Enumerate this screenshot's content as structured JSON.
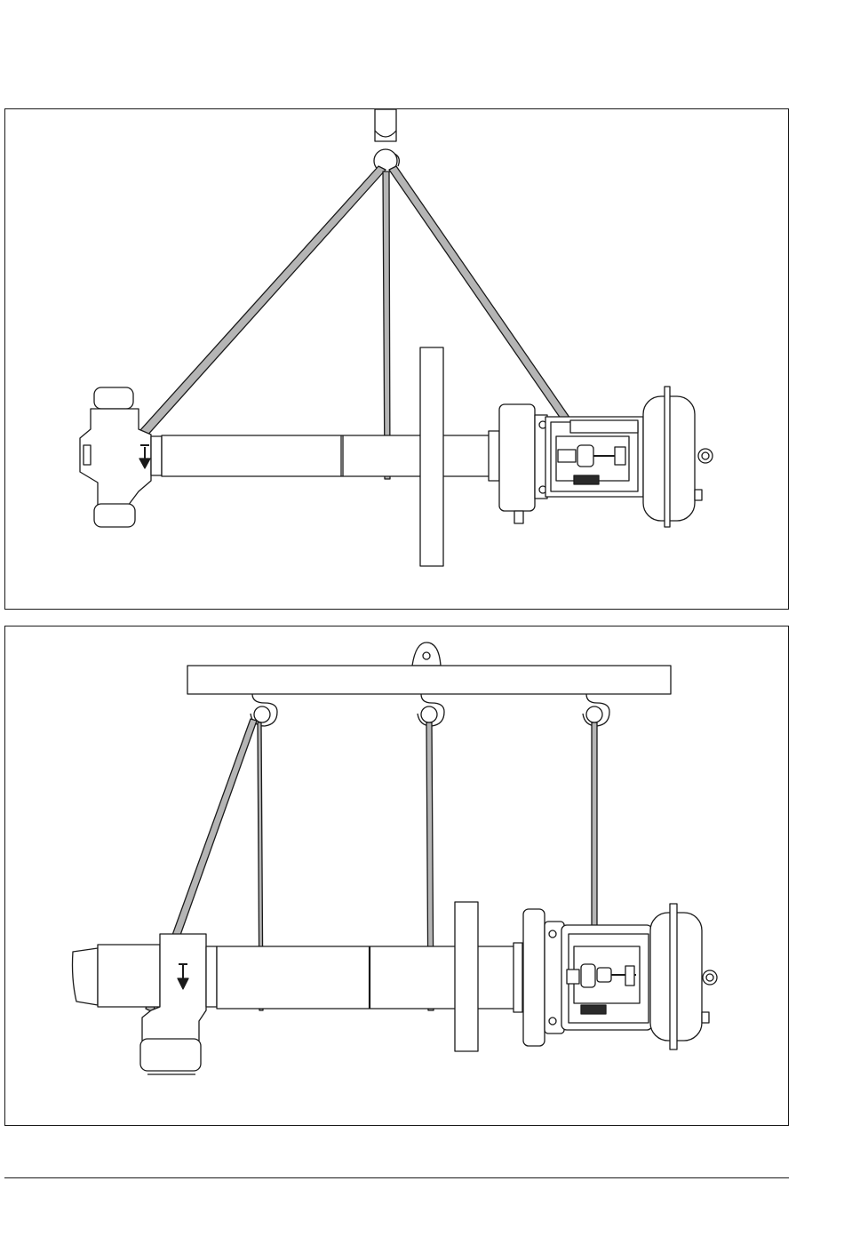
{
  "figures": [
    {
      "id": "top",
      "rigging": "crane-hook-three-slings"
    },
    {
      "id": "bottom",
      "rigging": "spreader-beam-three-slings"
    }
  ],
  "colors": {
    "line": "#1a1a1a",
    "sling_fill": "#b5b5b5",
    "body_fill": "#ffffff",
    "dark_fill": "#2a2a2a"
  }
}
